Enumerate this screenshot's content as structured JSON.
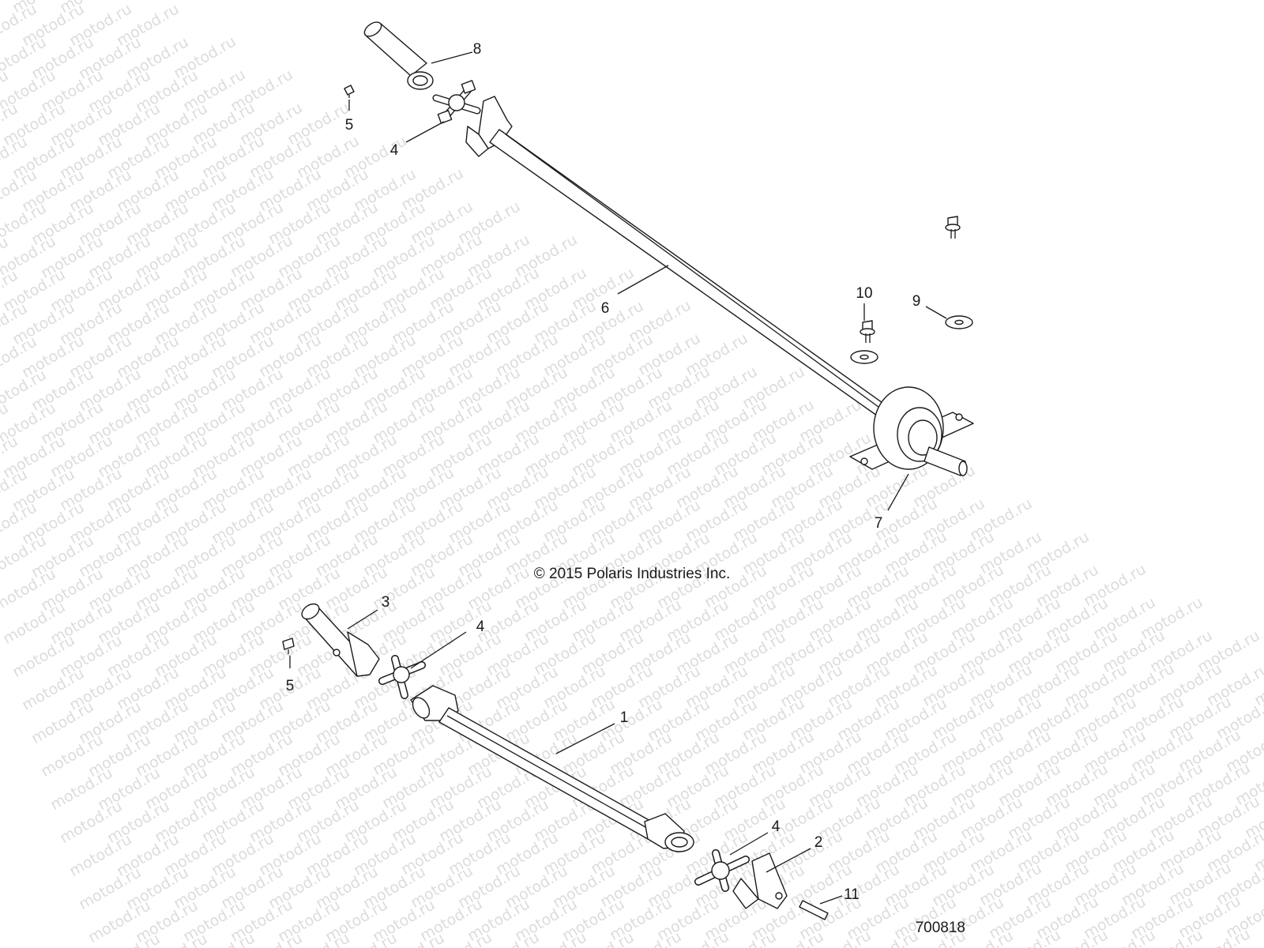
{
  "watermark": {
    "text": "motod.ru",
    "color": "#dcdcdc"
  },
  "copyright": "© 2015 Polaris Industries Inc.",
  "figure_id": "700818",
  "callouts": [
    {
      "id": "c8",
      "label": "8"
    },
    {
      "id": "c5a",
      "label": "5"
    },
    {
      "id": "c4a",
      "label": "4"
    },
    {
      "id": "c6",
      "label": "6"
    },
    {
      "id": "c10",
      "label": "10"
    },
    {
      "id": "c9",
      "label": "9"
    },
    {
      "id": "c7",
      "label": "7"
    },
    {
      "id": "c3",
      "label": "3"
    },
    {
      "id": "c4b",
      "label": "4"
    },
    {
      "id": "c5b",
      "label": "5"
    },
    {
      "id": "c1",
      "label": "1"
    },
    {
      "id": "c4c",
      "label": "4"
    },
    {
      "id": "c2",
      "label": "2"
    },
    {
      "id": "c11",
      "label": "11"
    }
  ],
  "colors": {
    "line": "#1a1a1a",
    "background": "#ffffff"
  }
}
